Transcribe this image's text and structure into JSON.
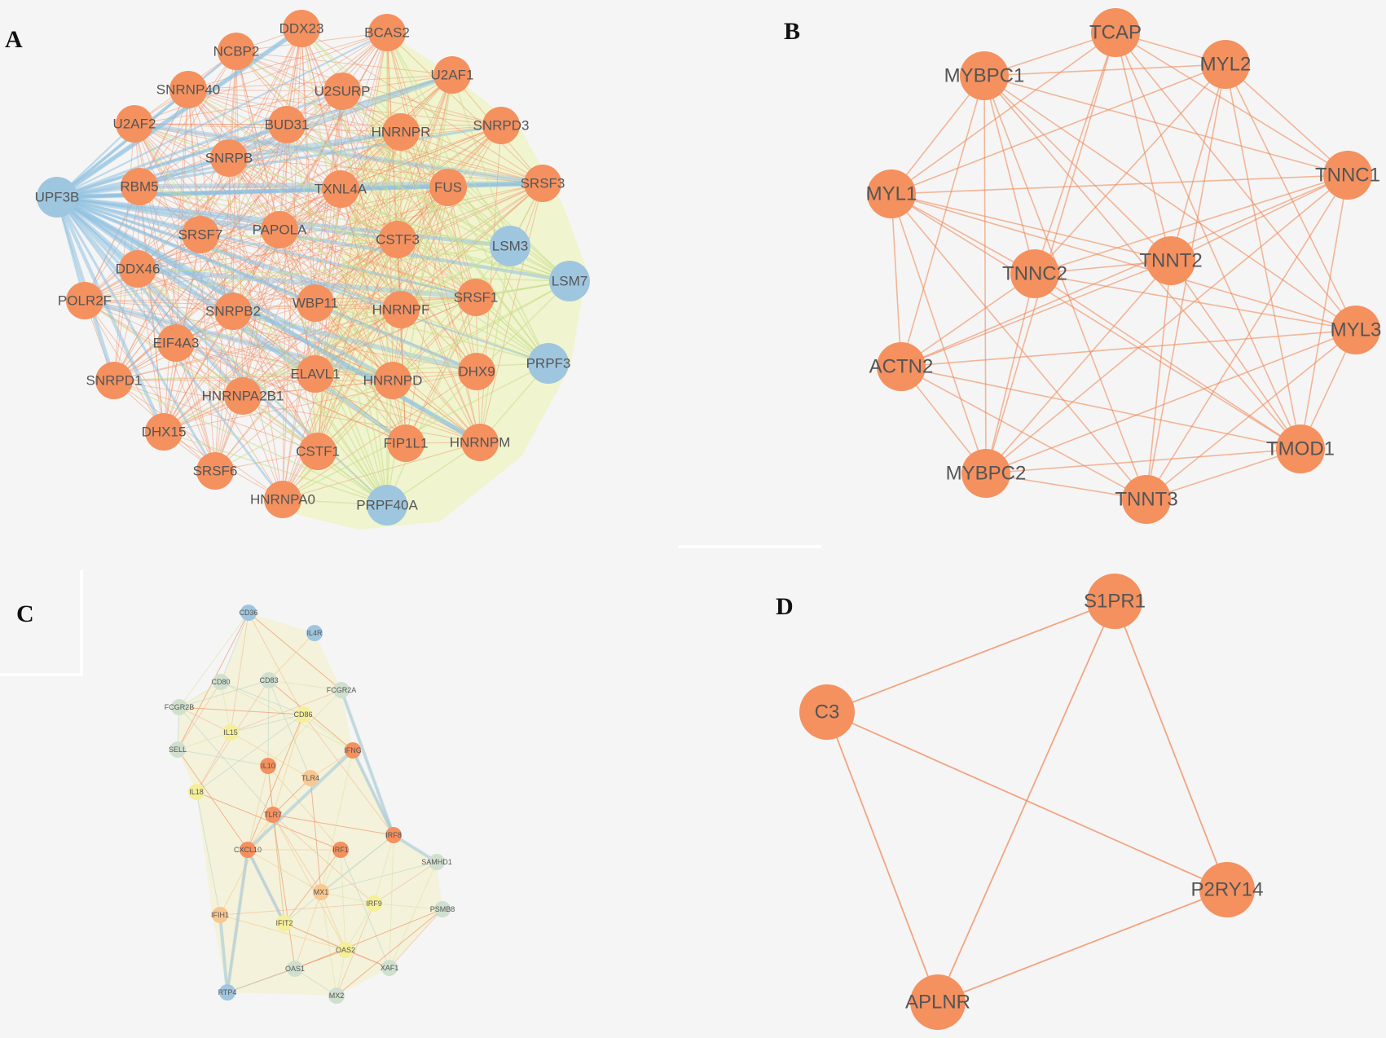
{
  "colors": {
    "background": "#f5f5f5",
    "orange": "#f4915f",
    "blue": "#9fc6df",
    "edge_orange": "#f08a5a",
    "edge_blue": "#8fc1e0",
    "edge_green": "#c9df8a",
    "pale_green": "#cfe0cf",
    "pale_yellow": "#f6ef9a",
    "pale_orange": "#f8c890",
    "label": "#555555"
  },
  "panels": [
    {
      "id": "A",
      "letter": "A",
      "nodes": [
        {
          "id": "DDX23",
          "label": "DDX23",
          "color": "orange"
        },
        {
          "id": "BCAS2",
          "label": "BCAS2",
          "color": "orange"
        },
        {
          "id": "NCBP2",
          "label": "NCBP2",
          "color": "orange"
        },
        {
          "id": "U2AF1",
          "label": "U2AF1",
          "color": "orange"
        },
        {
          "id": "SNRNP40",
          "label": "SNRNP40",
          "color": "orange"
        },
        {
          "id": "U2SURP",
          "label": "U2SURP",
          "color": "orange"
        },
        {
          "id": "U2AF2",
          "label": "U2AF2",
          "color": "orange"
        },
        {
          "id": "BUD31",
          "label": "BUD31",
          "color": "orange"
        },
        {
          "id": "HNRNPR",
          "label": "HNRNPR",
          "color": "orange"
        },
        {
          "id": "SNRPD3",
          "label": "SNRPD3",
          "color": "orange"
        },
        {
          "id": "SNRPB",
          "label": "SNRPB",
          "color": "orange"
        },
        {
          "id": "UPF3B",
          "label": "UPF3B",
          "color": "blue"
        },
        {
          "id": "RBM5",
          "label": "RBM5",
          "color": "orange"
        },
        {
          "id": "TXNL4A",
          "label": "TXNL4A",
          "color": "orange"
        },
        {
          "id": "FUS",
          "label": "FUS",
          "color": "orange"
        },
        {
          "id": "SRSF3",
          "label": "SRSF3",
          "color": "orange"
        },
        {
          "id": "SRSF7",
          "label": "SRSF7",
          "color": "orange"
        },
        {
          "id": "PAPOLA",
          "label": "PAPOLA",
          "color": "orange"
        },
        {
          "id": "CSTF3",
          "label": "CSTF3",
          "color": "orange"
        },
        {
          "id": "LSM3",
          "label": "LSM3",
          "color": "blue"
        },
        {
          "id": "DDX46",
          "label": "DDX46",
          "color": "orange"
        },
        {
          "id": "LSM7",
          "label": "LSM7",
          "color": "blue"
        },
        {
          "id": "POLR2F",
          "label": "POLR2F",
          "color": "orange"
        },
        {
          "id": "SNRPB2",
          "label": "SNRPB2",
          "color": "orange"
        },
        {
          "id": "WBP11",
          "label": "WBP11",
          "color": "orange"
        },
        {
          "id": "HNRNPF",
          "label": "HNRNPF",
          "color": "orange"
        },
        {
          "id": "SRSF1",
          "label": "SRSF1",
          "color": "orange"
        },
        {
          "id": "EIF4A3",
          "label": "EIF4A3",
          "color": "orange"
        },
        {
          "id": "PRPF3",
          "label": "PRPF3",
          "color": "blue"
        },
        {
          "id": "SNRPD1",
          "label": "SNRPD1",
          "color": "orange"
        },
        {
          "id": "ELAVL1",
          "label": "ELAVL1",
          "color": "orange"
        },
        {
          "id": "HNRNPD",
          "label": "HNRNPD",
          "color": "orange"
        },
        {
          "id": "DHX9",
          "label": "DHX9",
          "color": "orange"
        },
        {
          "id": "HNRNPA2B1",
          "label": "HNRNPA2B1",
          "color": "orange"
        },
        {
          "id": "DHX15",
          "label": "DHX15",
          "color": "orange"
        },
        {
          "id": "CSTF1",
          "label": "CSTF1",
          "color": "orange"
        },
        {
          "id": "FIP1L1",
          "label": "FIP1L1",
          "color": "orange"
        },
        {
          "id": "HNRNPM",
          "label": "HNRNPM",
          "color": "orange"
        },
        {
          "id": "SRSF6",
          "label": "SRSF6",
          "color": "orange"
        },
        {
          "id": "HNRNPA0",
          "label": "HNRNPA0",
          "color": "orange"
        },
        {
          "id": "PRPF40A",
          "label": "PRPF40A",
          "color": "blue"
        }
      ]
    },
    {
      "id": "B",
      "letter": "B",
      "nodes": [
        {
          "id": "TCAP",
          "label": "TCAP",
          "color": "orange"
        },
        {
          "id": "MYBPC1",
          "label": "MYBPC1",
          "color": "orange"
        },
        {
          "id": "MYL2",
          "label": "MYL2",
          "color": "orange"
        },
        {
          "id": "TNNC1",
          "label": "TNNC1",
          "color": "orange"
        },
        {
          "id": "MYL1",
          "label": "MYL1",
          "color": "orange"
        },
        {
          "id": "TNNT2",
          "label": "TNNT2",
          "color": "orange"
        },
        {
          "id": "TNNC2",
          "label": "TNNC2",
          "color": "orange"
        },
        {
          "id": "MYL3",
          "label": "MYL3",
          "color": "orange"
        },
        {
          "id": "ACTN2",
          "label": "ACTN2",
          "color": "orange"
        },
        {
          "id": "TMOD1",
          "label": "TMOD1",
          "color": "orange"
        },
        {
          "id": "MYBPC2",
          "label": "MYBPC2",
          "color": "orange"
        },
        {
          "id": "TNNT3",
          "label": "TNNT3",
          "color": "orange"
        }
      ]
    },
    {
      "id": "C",
      "letter": "C",
      "nodes": [
        {
          "id": "CD36",
          "label": "CD36",
          "color": "blue"
        },
        {
          "id": "IL4R",
          "label": "IL4R",
          "color": "blue"
        },
        {
          "id": "CD80",
          "label": "CD80",
          "color": "pale_green"
        },
        {
          "id": "CD83",
          "label": "CD83",
          "color": "pale_green"
        },
        {
          "id": "FCGR2A",
          "label": "FCGR2A",
          "color": "pale_green"
        },
        {
          "id": "FCGR2B",
          "label": "FCGR2B",
          "color": "pale_green"
        },
        {
          "id": "CD86",
          "label": "CD86",
          "color": "pale_yellow"
        },
        {
          "id": "IL15",
          "label": "IL15",
          "color": "pale_yellow"
        },
        {
          "id": "SELL",
          "label": "SELL",
          "color": "pale_green"
        },
        {
          "id": "IFNG",
          "label": "IFNG",
          "color": "orange"
        },
        {
          "id": "IL10",
          "label": "IL10",
          "color": "orange"
        },
        {
          "id": "TLR4",
          "label": "TLR4",
          "color": "pale_orange"
        },
        {
          "id": "IL18",
          "label": "IL18",
          "color": "pale_yellow"
        },
        {
          "id": "TLR7",
          "label": "TLR7",
          "color": "orange"
        },
        {
          "id": "IRF8",
          "label": "IRF8",
          "color": "orange"
        },
        {
          "id": "CXCL10",
          "label": "CXCL10",
          "color": "orange"
        },
        {
          "id": "IRF1",
          "label": "IRF1",
          "color": "orange"
        },
        {
          "id": "SAMHD1",
          "label": "SAMHD1",
          "color": "pale_green"
        },
        {
          "id": "MX1",
          "label": "MX1",
          "color": "pale_orange"
        },
        {
          "id": "IRF9",
          "label": "IRF9",
          "color": "pale_yellow"
        },
        {
          "id": "PSMB8",
          "label": "PSMB8",
          "color": "pale_green"
        },
        {
          "id": "IFIH1",
          "label": "IFIH1",
          "color": "pale_orange"
        },
        {
          "id": "IFIT2",
          "label": "IFIT2",
          "color": "pale_yellow"
        },
        {
          "id": "OAS2",
          "label": "OAS2",
          "color": "pale_yellow"
        },
        {
          "id": "OAS1",
          "label": "OAS1",
          "color": "pale_green"
        },
        {
          "id": "XAF1",
          "label": "XAF1",
          "color": "pale_green"
        },
        {
          "id": "RTP4",
          "label": "RTP4",
          "color": "blue"
        },
        {
          "id": "MX2",
          "label": "MX2",
          "color": "pale_green"
        }
      ]
    },
    {
      "id": "D",
      "letter": "D",
      "nodes": [
        {
          "id": "S1PR1",
          "label": "S1PR1",
          "color": "orange"
        },
        {
          "id": "C3",
          "label": "C3",
          "color": "orange"
        },
        {
          "id": "P2RY14",
          "label": "P2RY14",
          "color": "orange"
        },
        {
          "id": "APLNR",
          "label": "APLNR",
          "color": "orange"
        }
      ],
      "edges": [
        [
          "S1PR1",
          "C3"
        ],
        [
          "S1PR1",
          "P2RY14"
        ],
        [
          "S1PR1",
          "APLNR"
        ],
        [
          "C3",
          "P2RY14"
        ],
        [
          "C3",
          "APLNR"
        ],
        [
          "P2RY14",
          "APLNR"
        ]
      ]
    }
  ]
}
